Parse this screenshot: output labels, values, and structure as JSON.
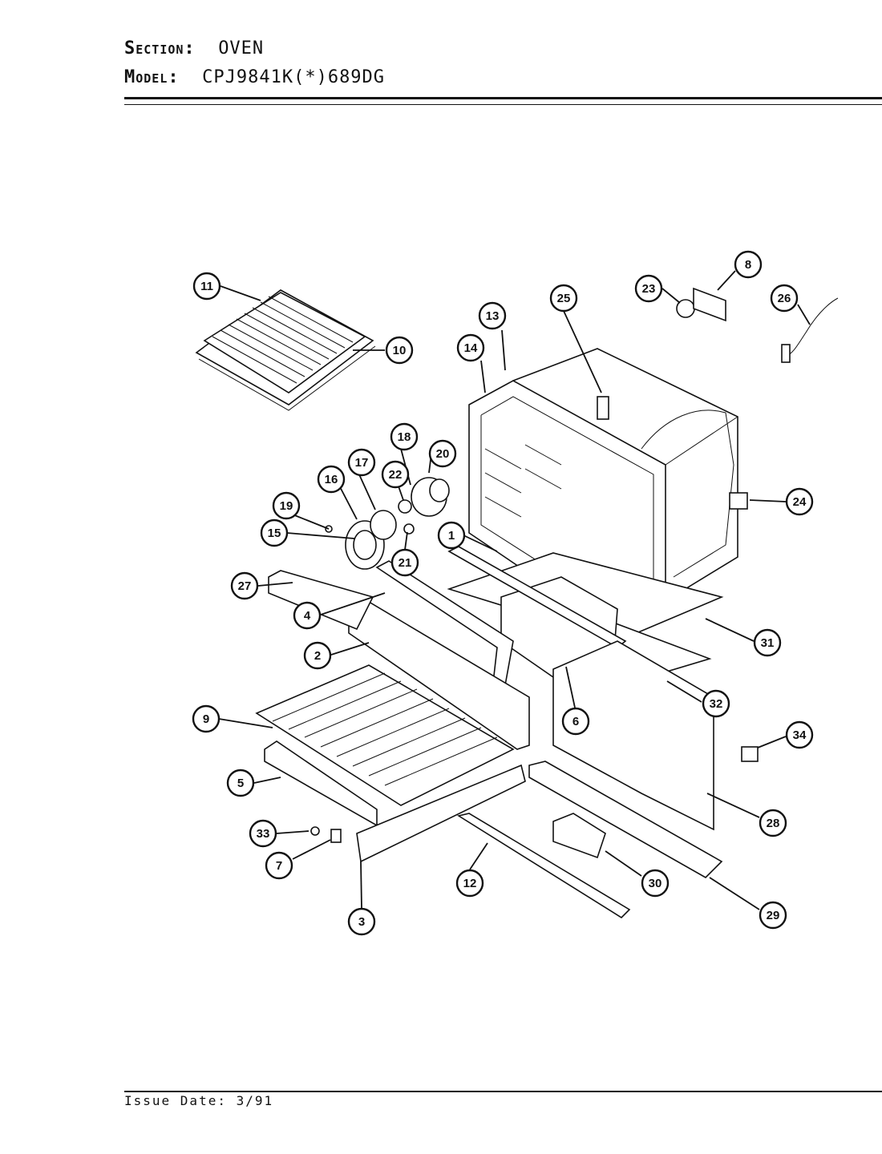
{
  "header": {
    "section_label": "Section:",
    "section_value": "OVEN",
    "model_label": "Model:",
    "model_value": "CPJ9841K(*)689DG"
  },
  "footer": {
    "issue_date": "Issue Date: 3/91"
  },
  "callouts": [
    "1",
    "2",
    "3",
    "4",
    "5",
    "6",
    "7",
    "8",
    "9",
    "10",
    "11",
    "12",
    "13",
    "14",
    "15",
    "16",
    "17",
    "18",
    "19",
    "20",
    "21",
    "22",
    "23",
    "24",
    "25",
    "26",
    "27",
    "28",
    "29",
    "30",
    "31",
    "32",
    "33",
    "34"
  ]
}
